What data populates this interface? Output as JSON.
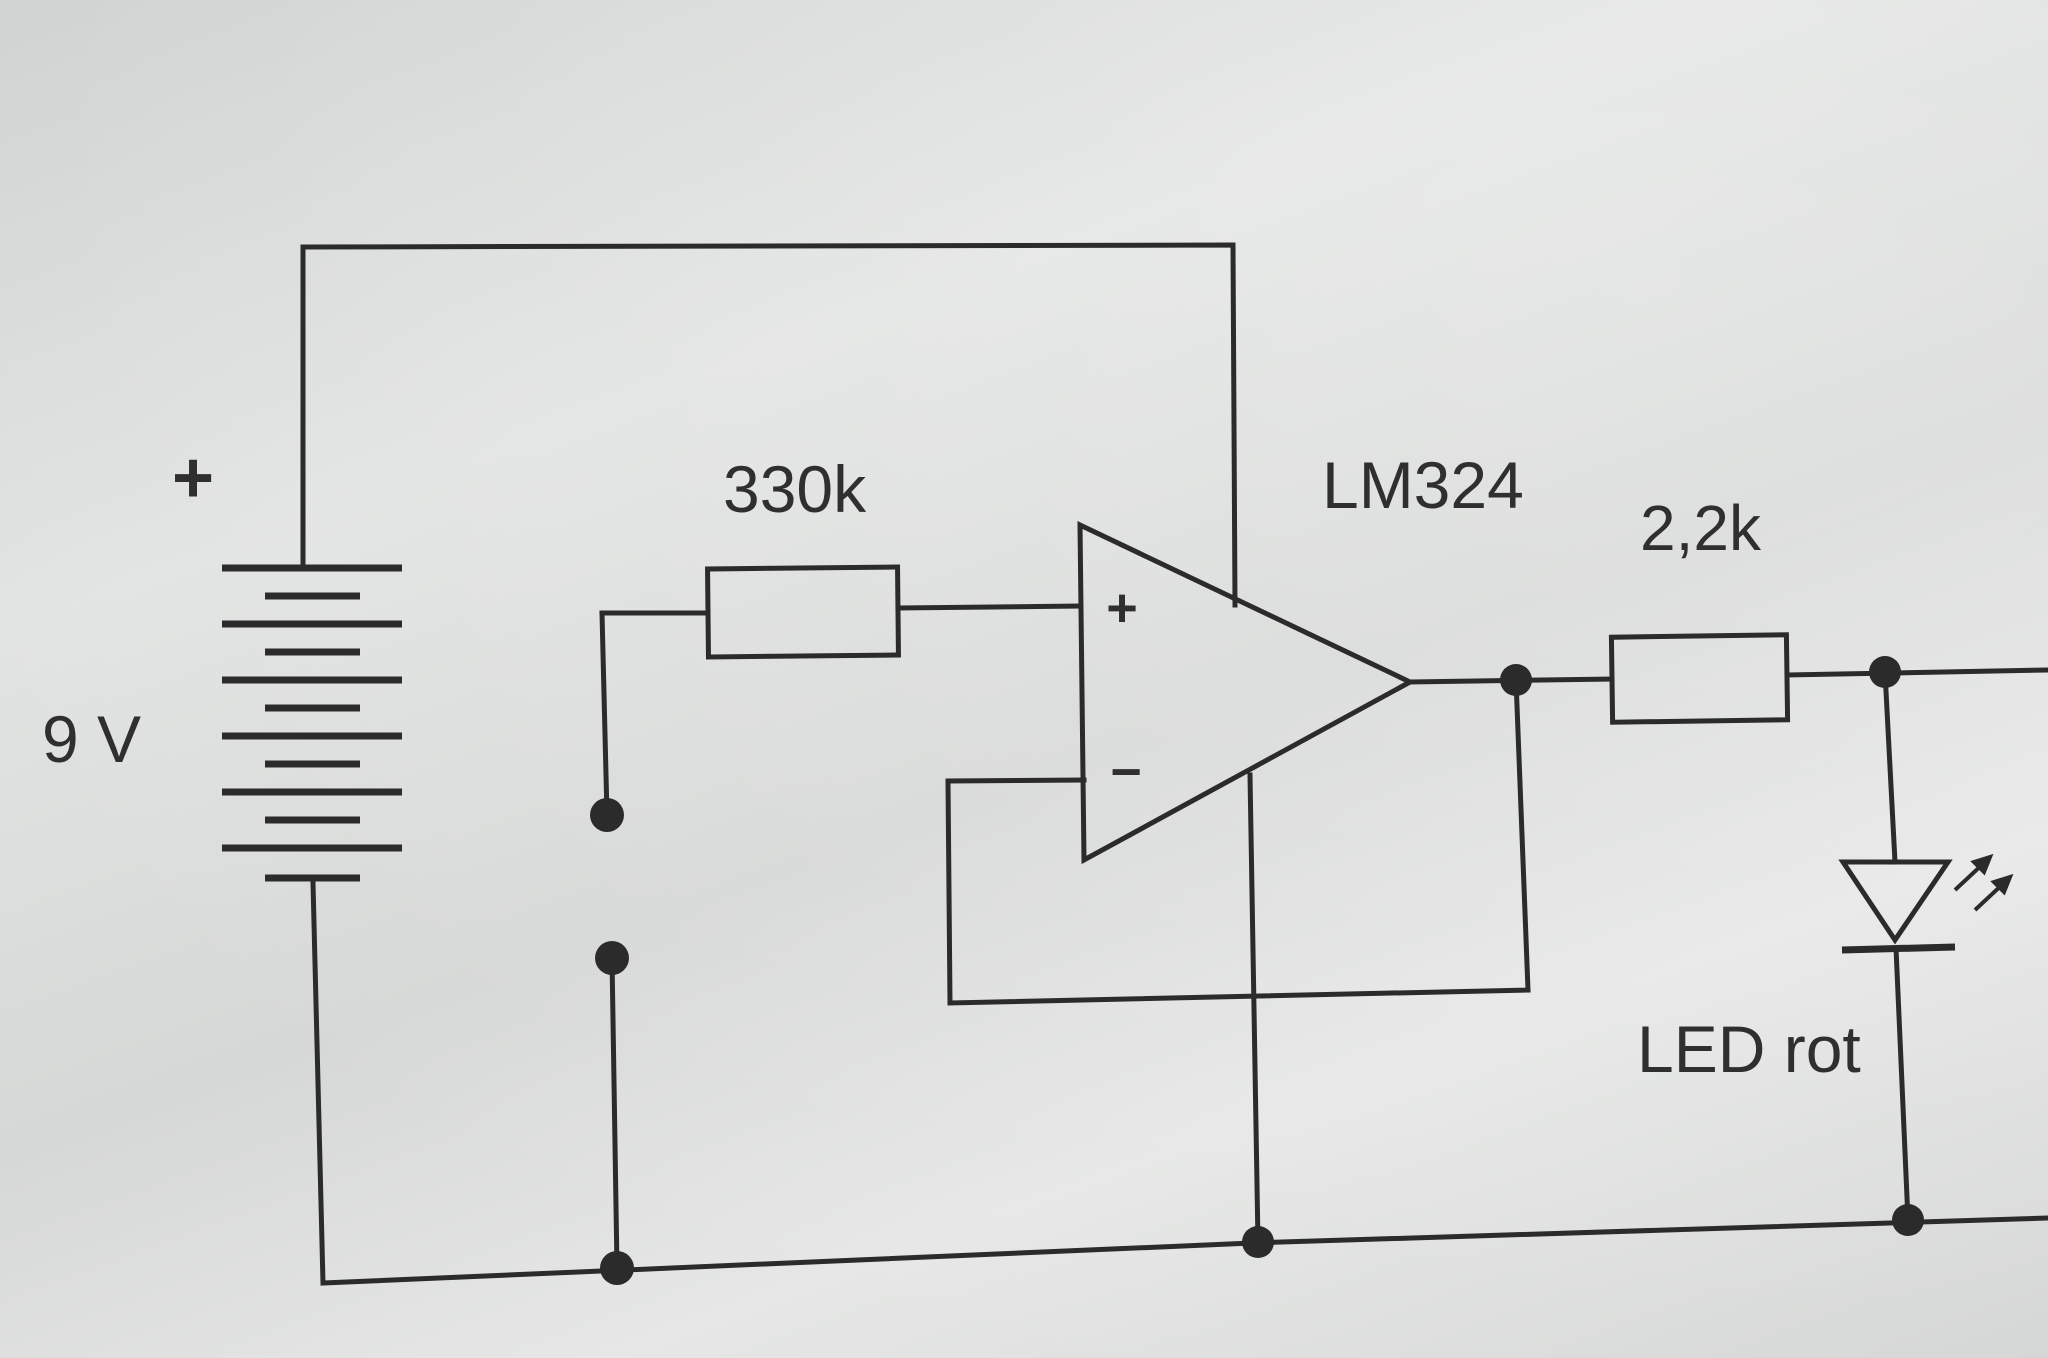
{
  "battery": {
    "plus_sign": "+",
    "voltage": "9 V"
  },
  "resistor_input": {
    "value": "330k"
  },
  "opamp": {
    "name": "LM324",
    "plus_input": "+",
    "minus_input": "−"
  },
  "resistor_output": {
    "value": "2,2k"
  },
  "led": {
    "label": "LED rot"
  }
}
